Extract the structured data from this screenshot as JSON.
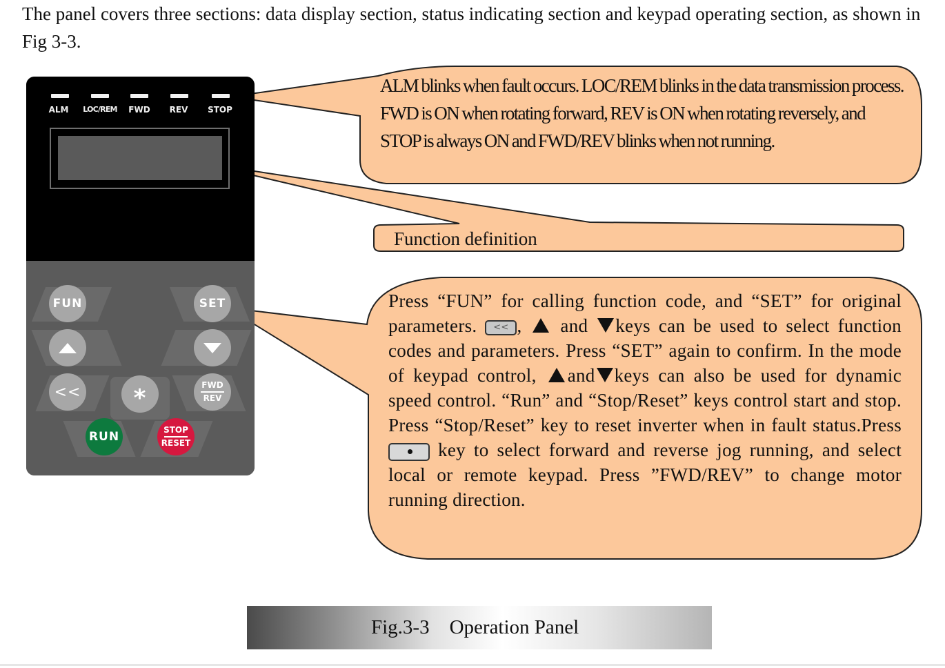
{
  "intro": "The panel covers three sections: data display section, status indicating section and keypad operating section, as shown in Fig 3-3.",
  "panel": {
    "leds": [
      "ALM",
      "LOC/REM",
      "FWD",
      "REV",
      "STOP"
    ],
    "keys": {
      "fun": "FUN",
      "set": "SET",
      "back": "<<",
      "star": "*",
      "fwd": "FWD",
      "rev": "REV",
      "run": "RUN",
      "stop": "STOP",
      "reset": "RESET"
    }
  },
  "callouts": {
    "status": "ALM blinks when fault occurs. LOC/REM blinks in the data transmission process. FWD is ON when rotating forward, REV is ON when rotating reversely, and STOP is always ON and FWD/REV blinks when not running.",
    "display": "Function definition",
    "keypad": {
      "p1": "Press “FUN” for calling function code, and “SET” for original parameters.",
      "p2": ",",
      "p3": "and",
      "p4": "keys can be used to select function codes and parameters. Press “SET” again to confirm. In the mode of keypad control,",
      "p5": "and",
      "p6": "keys can also be used for dynamic speed control. “Run” and “Stop/Reset” keys control start and stop. Press “Stop/Reset” key to reset inverter when in fault status.Press",
      "p7": "key to select forward and reverse jog running, and select local or remote keypad. Press ”FWD/REV” to change motor running direction."
    },
    "icon_back_glyph": "<<",
    "fill_color": "#fcc89b"
  },
  "caption": "Fig.3-3    Operation Panel"
}
